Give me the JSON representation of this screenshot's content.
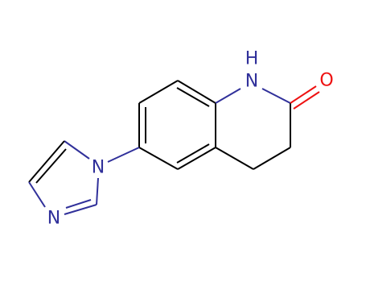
{
  "molecule": {
    "atoms": {
      "nh_h": "H",
      "nh_n": "N",
      "carbonyl_o": "O",
      "imidazole_n1": "N",
      "imidazole_n3": "N"
    },
    "colors": {
      "bond": "#000000",
      "nitrogen": "#30309a",
      "oxygen": "#ee1111"
    }
  }
}
